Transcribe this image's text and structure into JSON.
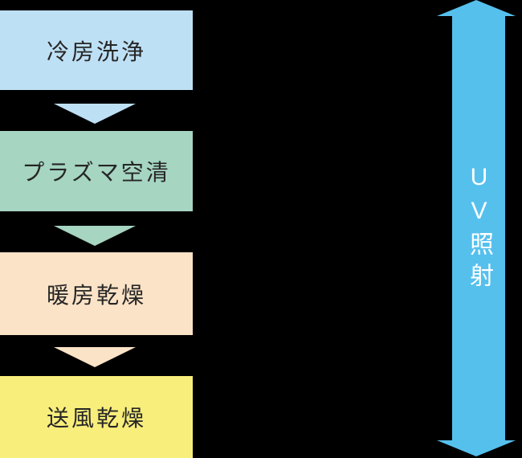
{
  "background_color": "#000000",
  "flow": {
    "steps": [
      {
        "label": "冷房洗浄",
        "color": "#bee0f5"
      },
      {
        "label": "プラズマ空清",
        "color": "#a6d5c2"
      },
      {
        "label": "暖房乾燥",
        "color": "#fbe3c7"
      },
      {
        "label": "送風乾燥",
        "color": "#f8ee7b"
      }
    ],
    "label_text_color": "#262626"
  },
  "uv": {
    "label": "UV照射",
    "arrow_color": "#56c0ed",
    "text_color": "#ffffff"
  }
}
